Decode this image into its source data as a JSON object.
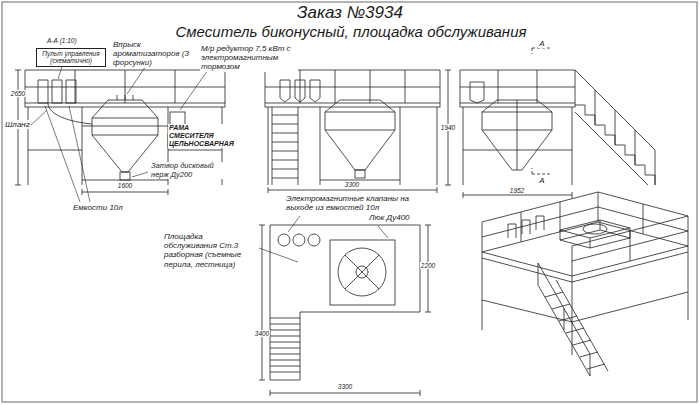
{
  "diagram": {
    "title": "Заказ №3934",
    "nodes": [
      {
        "text": [
          "Пульт управления (схематично)"
        ]
      }
    ],
    "labels": [
      "Смеситель биконусный, площадка обслуживания",
      "А-А (1:10)",
      "Впрыск ароматизаторов (3 форсунки)",
      "М/р редуктор 7,5 кВт с электромагнитным тормозом",
      "Шланг",
      "РАМА СМЕСИТЕЛЯ ЦЕЛЬНОСВАРНАЯ",
      "Затвор дисковый нерж Ду200",
      "Емкости 10л",
      "Электромагнитные клапаны на выходе из емкостей 10л",
      "Люк Ду400",
      "Площадка обслуживания Ст.3 разборная (съемные перила, лестница)",
      "2650",
      "1600",
      "3300",
      "1940",
      "1952",
      "А",
      "А",
      "2200",
      "3300",
      "3400"
    ]
  }
}
